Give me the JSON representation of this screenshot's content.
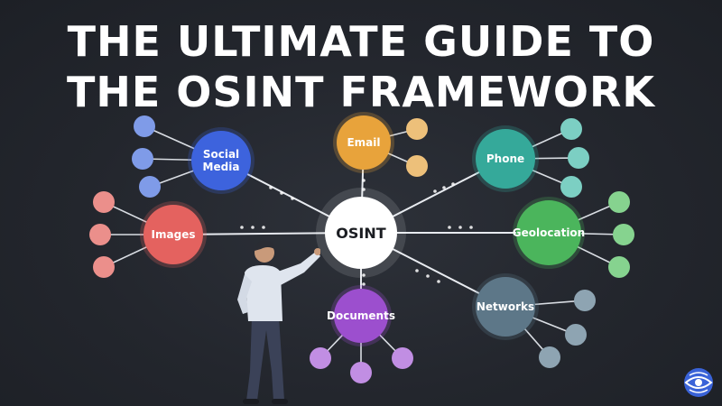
{
  "title": {
    "line1": "THE ULTIMATE GUIDE TO",
    "line2": "THE OSINT FRAMEWORK"
  },
  "center": {
    "label": "OSINT",
    "color": "#ffffff"
  },
  "nodes": [
    {
      "id": "social-media",
      "lines": [
        "Social",
        "Media"
      ],
      "color": "#3d63dd",
      "leaf_color": "#7f9be8",
      "leaves": 3
    },
    {
      "id": "email",
      "lines": [
        "Email"
      ],
      "color": "#e8a33b",
      "leaf_color": "#edc07a",
      "leaves": 2
    },
    {
      "id": "phone",
      "lines": [
        "Phone"
      ],
      "color": "#35a99a",
      "leaf_color": "#7ccfc3",
      "leaves": 3
    },
    {
      "id": "images",
      "lines": [
        "Images"
      ],
      "color": "#e4625f",
      "leaf_color": "#eb8f8b",
      "leaves": 3
    },
    {
      "id": "geolocation",
      "lines": [
        "Geolocation"
      ],
      "color": "#4bb55c",
      "leaf_color": "#86d38f",
      "leaves": 3
    },
    {
      "id": "documents",
      "lines": [
        "Documents"
      ],
      "color": "#9c4fce",
      "leaf_color": "#c18ee3",
      "leaves": 3
    },
    {
      "id": "networks",
      "lines": [
        "Networks"
      ],
      "color": "#5d7788",
      "leaf_color": "#8ea4b2",
      "leaves": 3
    }
  ],
  "icons": {
    "logo": "eye-globe-logo-icon",
    "person": "presenter-figure"
  }
}
